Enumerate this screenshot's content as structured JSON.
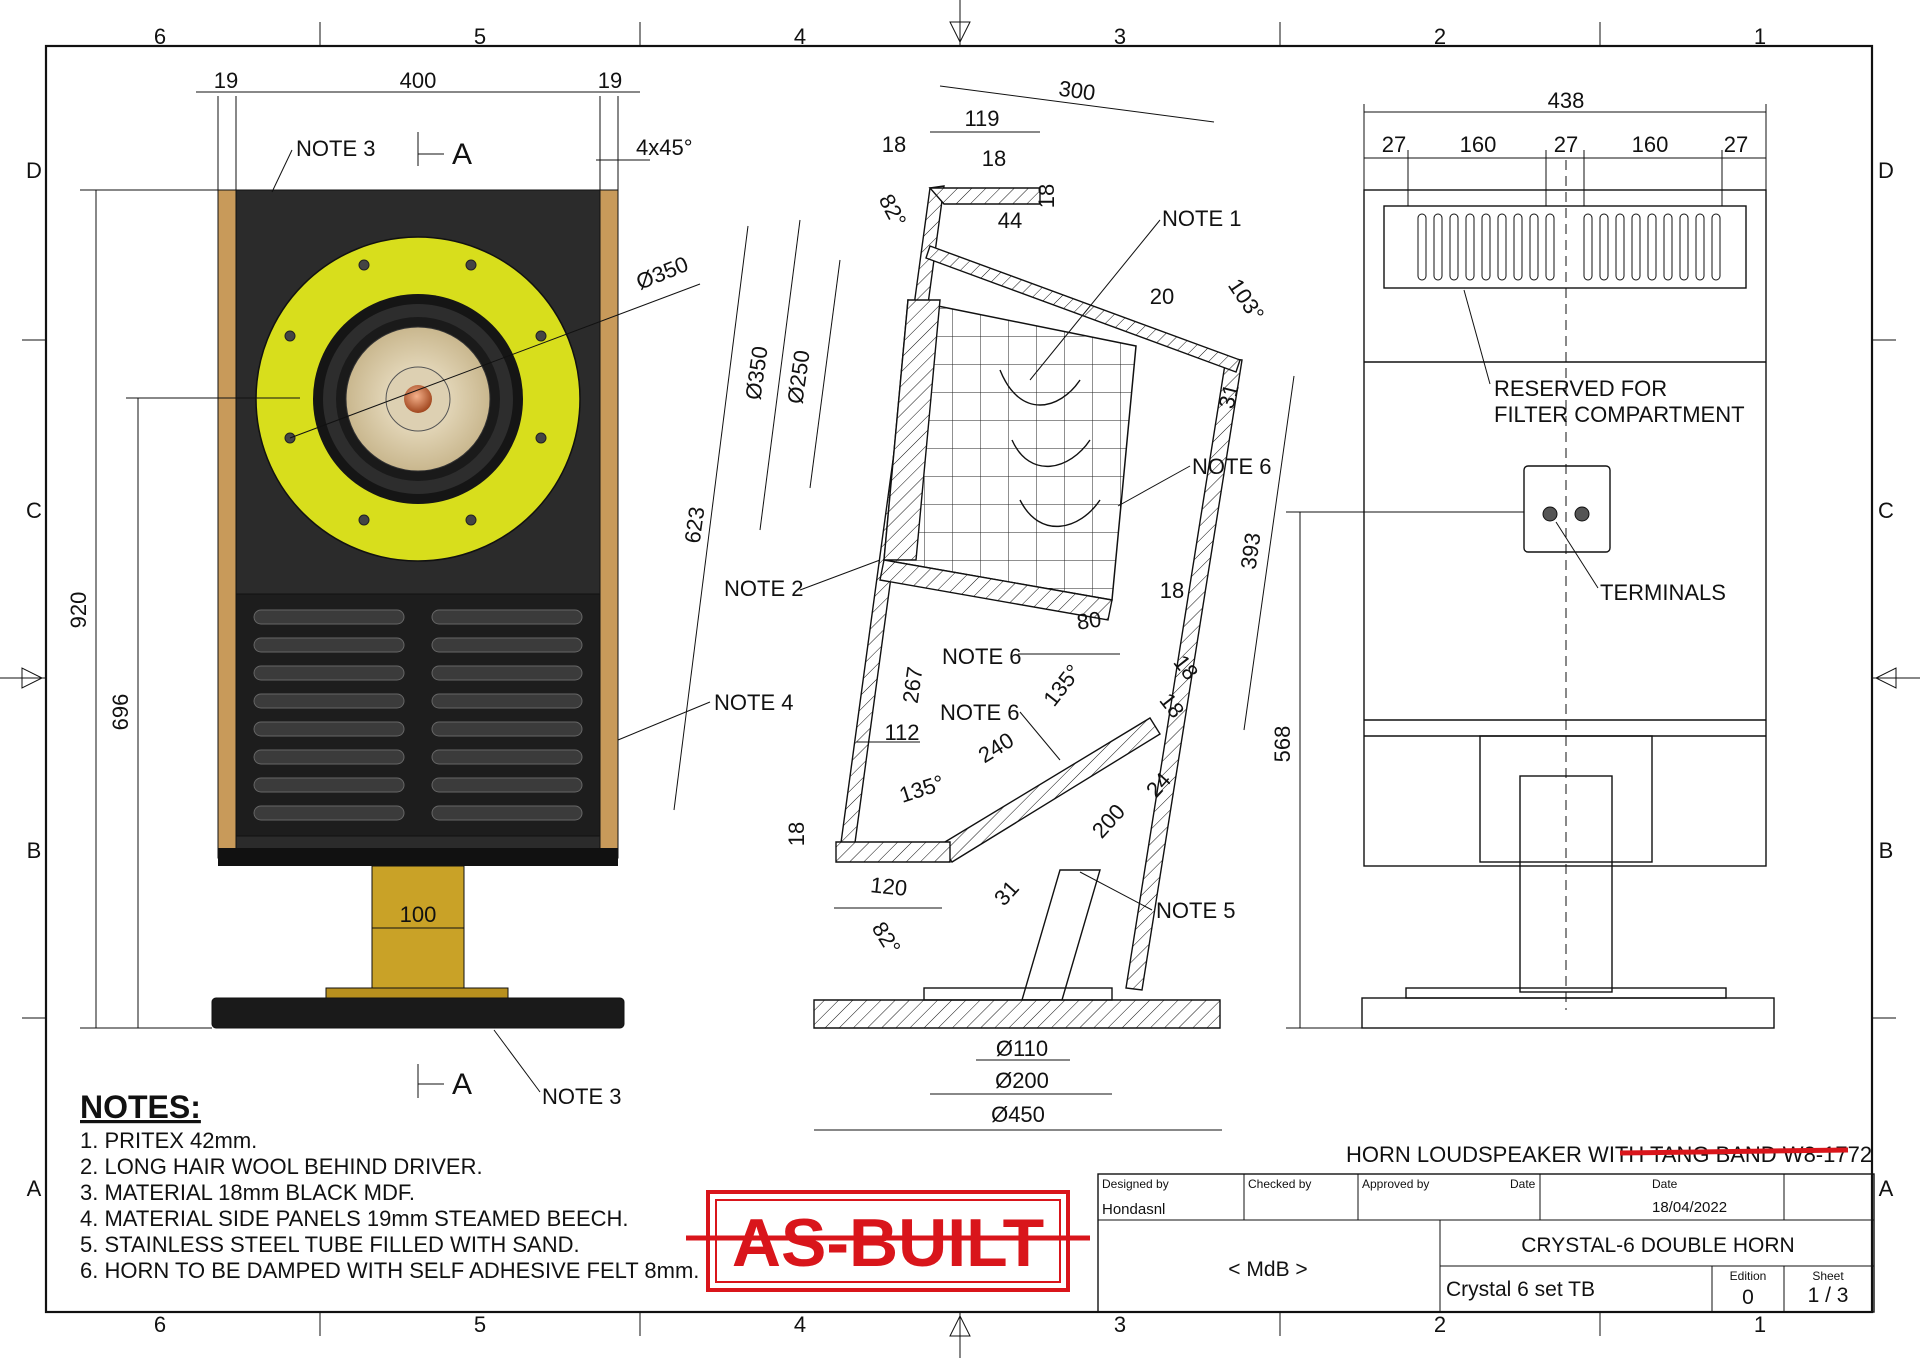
{
  "frame": {
    "col_labels": [
      "6",
      "5",
      "4",
      "3",
      "2",
      "1"
    ],
    "row_labels": [
      "D",
      "C",
      "B",
      "A"
    ]
  },
  "front_view": {
    "dims": {
      "side_left": "19",
      "width": "400",
      "side_right": "19",
      "chamfer": "4x45°",
      "diameter": "Ø350",
      "height_total": "920",
      "height_lower": "696",
      "tube": "100"
    },
    "section_mark": "A",
    "notes": {
      "note3_top": "NOTE 3",
      "note4": "NOTE 4",
      "note3_bottom": "NOTE 3"
    }
  },
  "section_view": {
    "dims": {
      "d300": "300",
      "d119": "119",
      "d18a": "18",
      "d18b": "18",
      "d18c": "18",
      "d44": "44",
      "a82top": "82°",
      "d20": "20",
      "a103": "103°",
      "d31a": "31",
      "d350": "Ø350",
      "d250": "Ø250",
      "d623": "623",
      "d393": "393",
      "d18d": "18",
      "d80": "80",
      "a135a": "135°",
      "d18e": "18",
      "d18f": "18",
      "d267": "267",
      "d112": "112",
      "d240": "240",
      "a135b": "135°",
      "d24": "24",
      "d200": "200",
      "d18g": "18",
      "d120": "120",
      "d31b": "31",
      "a82bottom": "82°",
      "d110": "Ø110",
      "d200base": "Ø200",
      "d450": "Ø450"
    },
    "notes": {
      "note1": "NOTE 1",
      "note6a": "NOTE 6",
      "note2": "NOTE 2",
      "note6b": "NOTE 6",
      "note6c": "NOTE 6",
      "note5": "NOTE 5"
    }
  },
  "rear_view": {
    "dims": {
      "total": "438",
      "e1": "27",
      "s1": "160",
      "e2": "27",
      "s2": "160",
      "e3": "27",
      "h568": "568"
    },
    "label_filter_1": "RESERVED FOR",
    "label_filter_2": "FILTER COMPARTMENT",
    "label_terminals": "TERMINALS"
  },
  "notes": {
    "title": "NOTES:",
    "items": [
      "1. PRITEX 42mm.",
      "2. LONG HAIR WOOL BEHIND DRIVER.",
      "3. MATERIAL 18mm BLACK MDF.",
      "4. MATERIAL SIDE PANELS 19mm STEAMED BEECH.",
      "5. STAINLESS STEEL TUBE FILLED WITH SAND.",
      "6. HORN TO BE DAMPED WITH SELF ADHESIVE FELT 8mm."
    ]
  },
  "stamp": {
    "text": "AS-BUILT",
    "color": "#d9151b"
  },
  "title_block": {
    "header_prefix": "HORN LOUDSPEAKER WITH ",
    "header_struck": "TANG BAND W8-1772",
    "designed_by_label": "Designed by",
    "designed_by": "Hondasnl",
    "checked_by_label": "Checked by",
    "approved_by_label": "Approved by",
    "date_label1": "Date",
    "date_label2": "Date",
    "date": "18/04/2022",
    "project": "< MdB >",
    "title": "CRYSTAL-6 DOUBLE HORN",
    "subtitle": "Crystal 6 set TB",
    "edition_label": "Edition",
    "edition": "0",
    "sheet_label": "Sheet",
    "sheet": "1 / 3"
  },
  "colors": {
    "yellow_ring": "#d8de1c",
    "cabinet": "#2b2b2b",
    "beech": "#c89a5a",
    "tube": "#c9a227",
    "base": "#1a1a1a",
    "cone": "#e8dcc0"
  }
}
